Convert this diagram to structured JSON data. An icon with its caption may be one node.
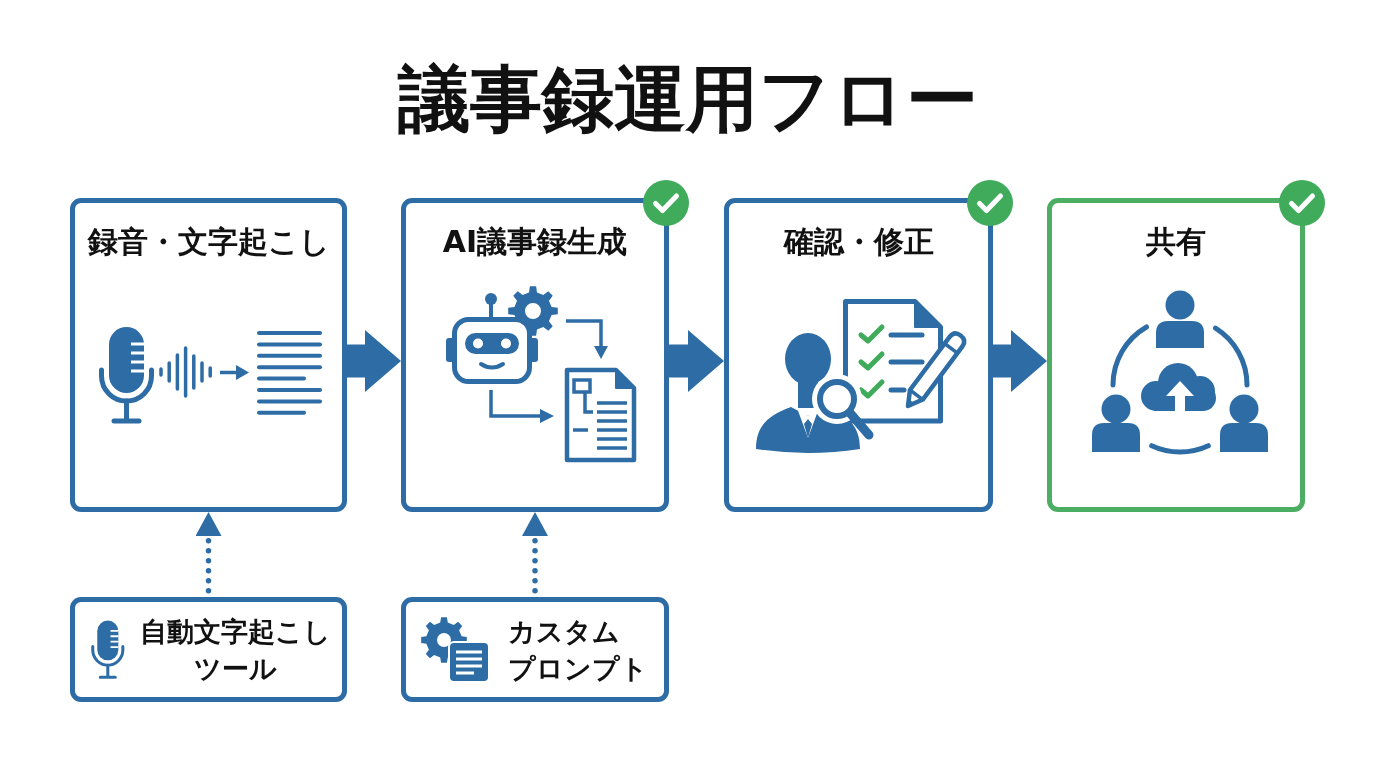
{
  "diagram": {
    "title": "議事録運用フロー",
    "nodes": [
      {
        "text": [
          "録音・文字起こし"
        ]
      },
      {
        "text": [
          "AI議事録生成"
        ]
      },
      {
        "text": [
          "確認・修正"
        ]
      },
      {
        "text": [
          "共有"
        ]
      },
      {
        "text": [
          "自動文字起こしツール"
        ]
      },
      {
        "text": [
          "カスタムプロンプト"
        ]
      }
    ],
    "edges": [
      {
        "from": 0,
        "to": 1,
        "arrow": "to"
      },
      {
        "from": 1,
        "to": 2,
        "arrow": "to"
      },
      {
        "from": 2,
        "to": 3,
        "arrow": "to"
      },
      {
        "from": 4,
        "to": 0,
        "arrow": "to",
        "style": "dashed"
      },
      {
        "from": 5,
        "to": 1,
        "arrow": "to",
        "style": "dashed"
      }
    ]
  }
}
